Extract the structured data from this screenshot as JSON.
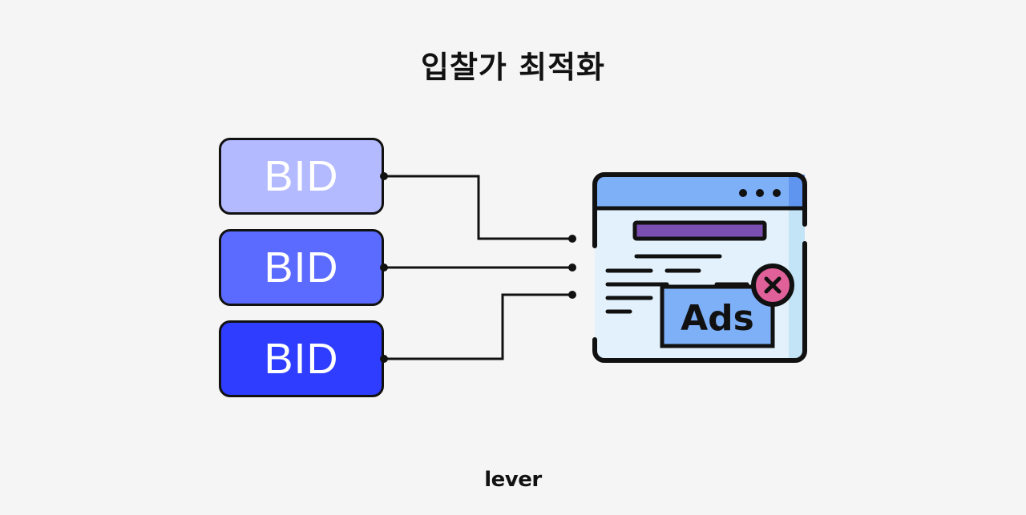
{
  "title": "입찰가 최적화",
  "bids": [
    {
      "label": "BID",
      "color": "#b3baff"
    },
    {
      "label": "BID",
      "color": "#5c6bff"
    },
    {
      "label": "BID",
      "color": "#2e3dff"
    }
  ],
  "ad_window": {
    "ad_label": "Ads",
    "icons": [
      "browser-window-icon",
      "close-icon"
    ]
  },
  "logo": "lever"
}
